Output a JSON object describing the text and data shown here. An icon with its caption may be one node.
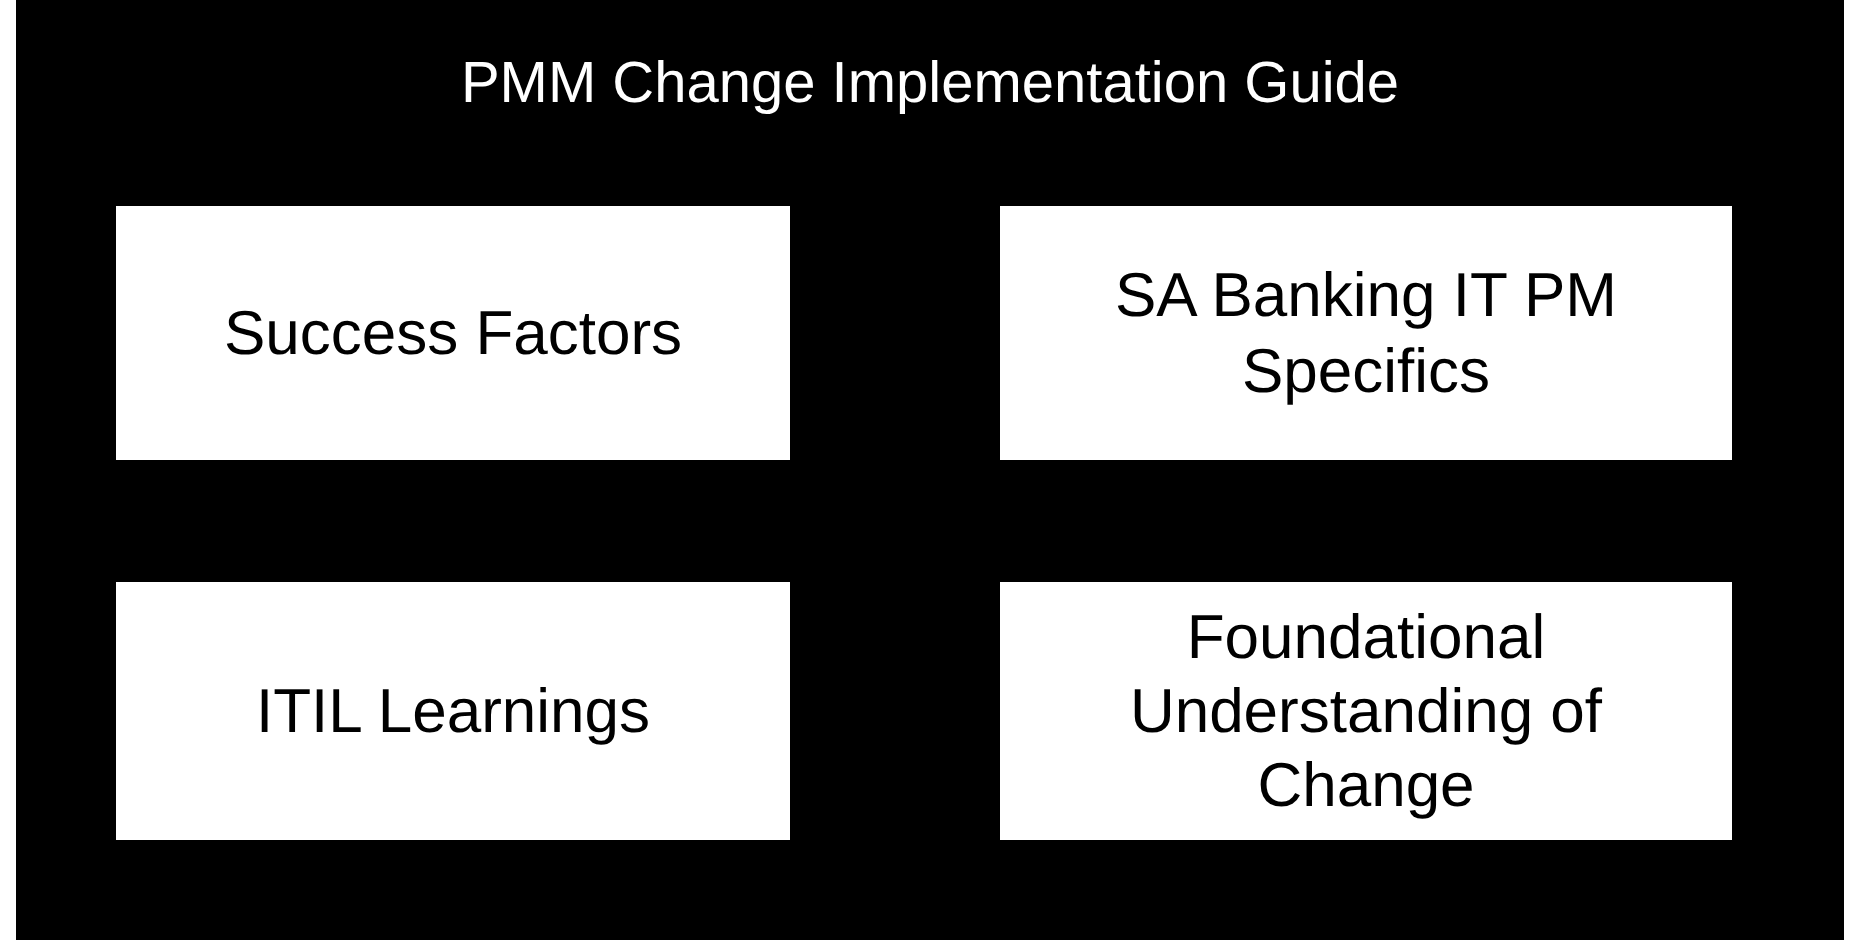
{
  "diagram": {
    "nodes": [
      {
        "text": [
          "PMM Change Implementation Guide"
        ]
      },
      {
        "text": [
          "Success Factors"
        ],
        "in": 0
      },
      {
        "text": [
          "SA Banking IT PM Specifics"
        ],
        "in": 0
      },
      {
        "text": [
          "ITIL Learnings"
        ],
        "in": 0
      },
      {
        "text": [
          "Foundational Understanding of Change"
        ],
        "in": 0
      }
    ]
  }
}
